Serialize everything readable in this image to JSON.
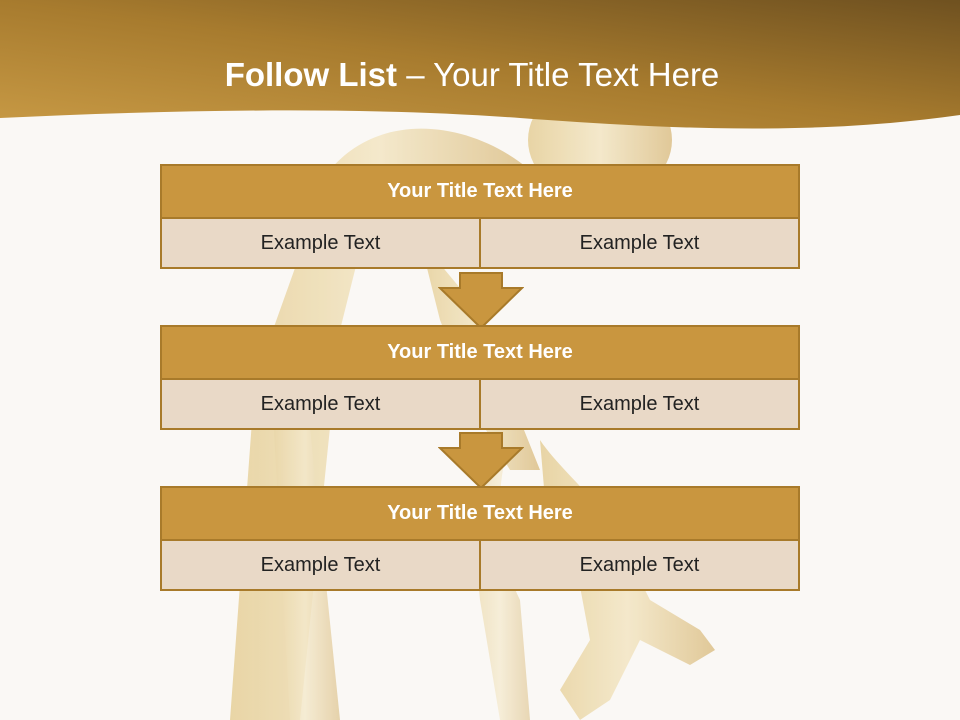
{
  "slide": {
    "title_bold": "Follow List",
    "title_rest": " – Your Title Text Here"
  },
  "blocks": [
    {
      "title": "Your Title Text Here",
      "left": "Example Text",
      "right": "Example Text"
    },
    {
      "title": "Your Title Text Here",
      "left": "Example Text",
      "right": "Example Text"
    },
    {
      "title": "Your Title Text Here",
      "left": "Example Text",
      "right": "Example Text"
    }
  ],
  "colors": {
    "banner": "#b8862e",
    "header_fill": "#c9963f",
    "cell_fill": "#e9d9c7",
    "border": "#a87a2a"
  }
}
